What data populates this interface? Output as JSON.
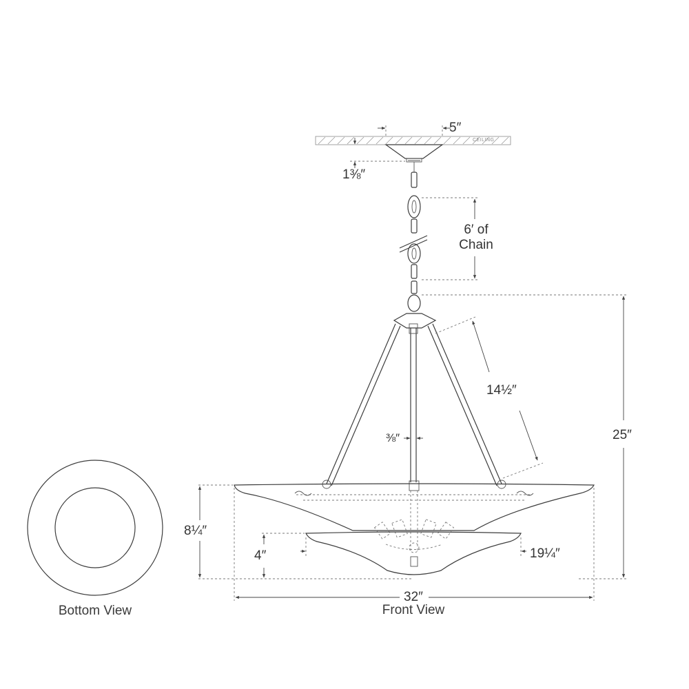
{
  "ceiling": {
    "label": "CEILING"
  },
  "dimensions": {
    "canopy_width": "5″",
    "canopy_height": "1⅜″",
    "chain_length_line1": "6′ of",
    "chain_length_line2": "Chain",
    "arm_length": "14½″",
    "rod_diameter": "⅜″",
    "overall_height": "25″",
    "shade_height": "8¼″",
    "inner_shade_height": "4″",
    "inner_shade_width": "19¼″",
    "overall_width": "32″"
  },
  "views": {
    "bottom": "Bottom View",
    "front": "Front View"
  }
}
